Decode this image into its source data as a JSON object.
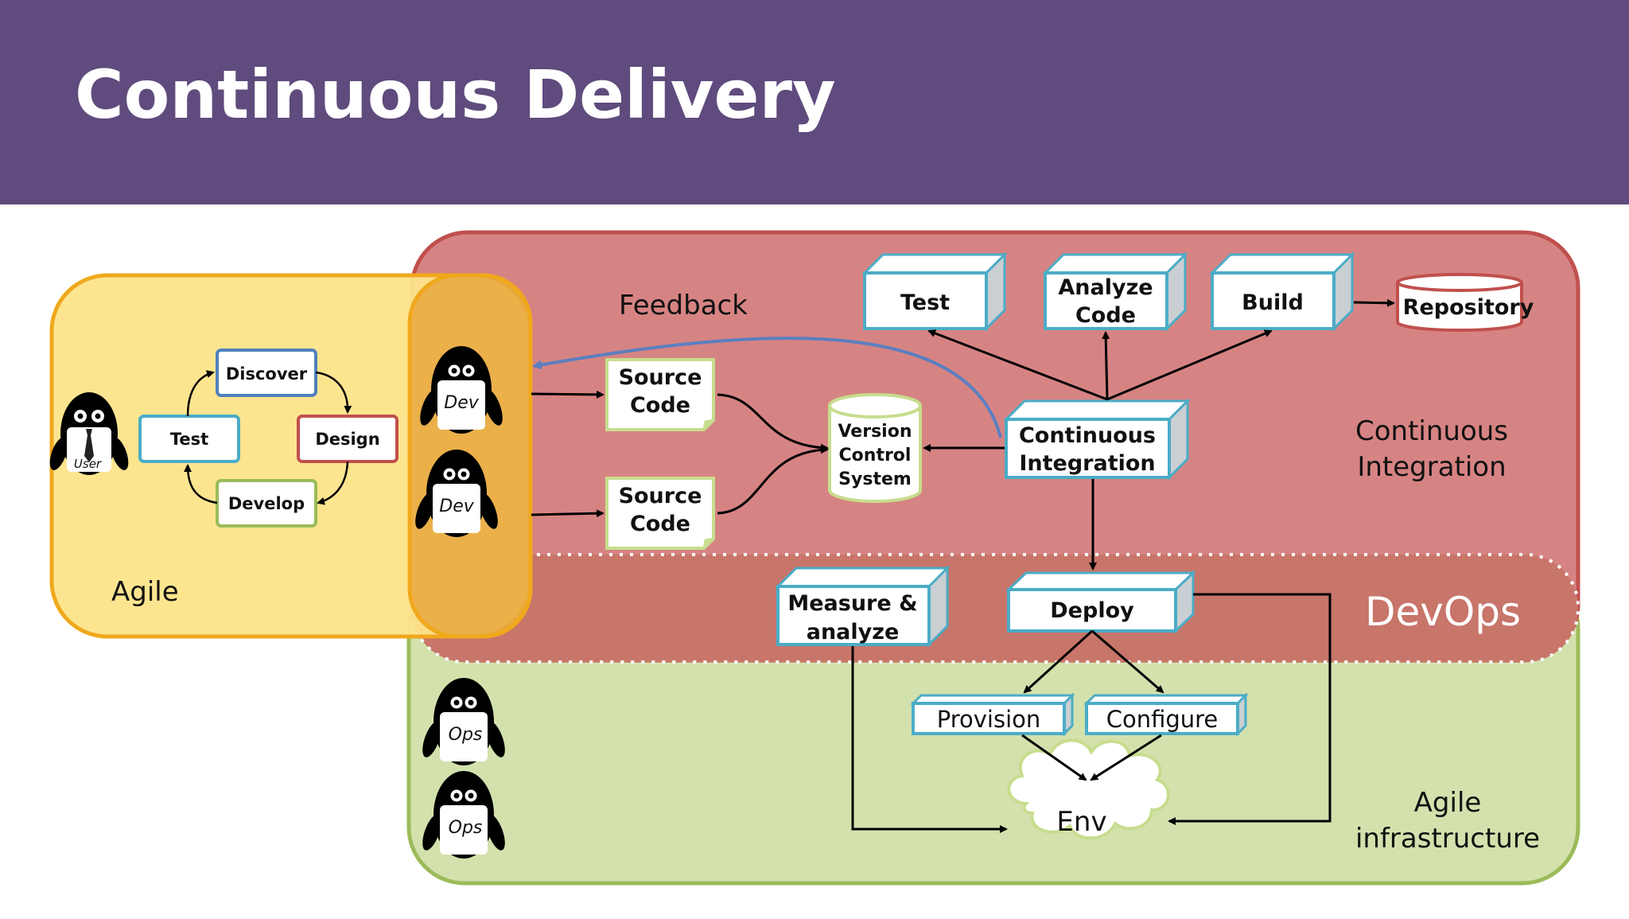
{
  "slide": {
    "title": "Continuous Delivery"
  },
  "regions": {
    "agile": "Agile",
    "ci": [
      "Continuous",
      "Integration"
    ],
    "devops": "DevOps",
    "infra": [
      "Agile",
      "infrastructure"
    ],
    "feedback": "Feedback"
  },
  "agile_cycle": {
    "discover": "Discover",
    "design": "Design",
    "develop": "Develop",
    "test": "Test"
  },
  "actors": {
    "user": "User",
    "dev1": "Dev",
    "dev2": "Dev",
    "ops1": "Ops",
    "ops2": "Ops"
  },
  "nodes": {
    "source_code_1": [
      "Source",
      "Code"
    ],
    "source_code_2": [
      "Source",
      "Code"
    ],
    "vcs": [
      "Version",
      "Control",
      "System"
    ],
    "ci": [
      "Continuous",
      "Integration"
    ],
    "test": "Test",
    "analyze": [
      "Analyze",
      "Code"
    ],
    "build": "Build",
    "repository": "Repository",
    "measure": [
      "Measure &",
      "analyze"
    ],
    "deploy": "Deploy",
    "provision": "Provision",
    "configure": "Configure",
    "env": "Env"
  },
  "colors": {
    "header": "#5f4b7d",
    "agile_fill": "#fde48a",
    "agile_border": "#f0a81c",
    "ci_fill": "#d68483",
    "ci_border": "#c0504d",
    "infra_fill": "#d3e1ad",
    "infra_border": "#9bbb59",
    "box_border": "#4bacc6",
    "feedback_arrow": "#5b7fc1"
  }
}
